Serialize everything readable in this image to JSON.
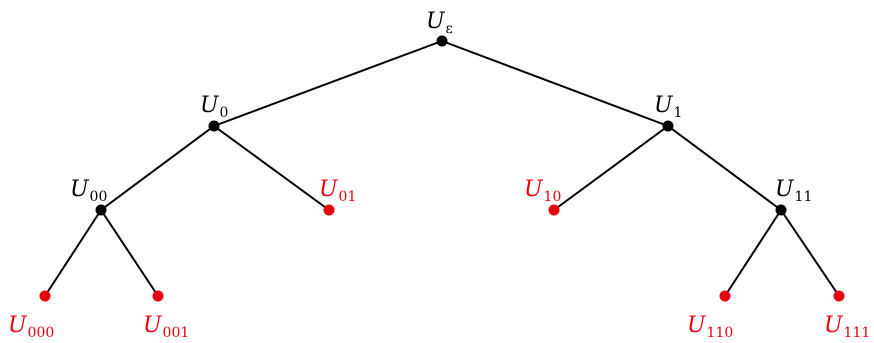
{
  "colors": {
    "internal": "#000000",
    "leaf": "#e8000b",
    "edge": "#000000"
  },
  "nodes": [
    {
      "id": "eps",
      "base": "U",
      "sub": "ε",
      "kind": "internal"
    },
    {
      "id": "0",
      "base": "U",
      "sub": "0",
      "kind": "internal"
    },
    {
      "id": "1",
      "base": "U",
      "sub": "1",
      "kind": "internal"
    },
    {
      "id": "00",
      "base": "U",
      "sub": "00",
      "kind": "internal"
    },
    {
      "id": "01",
      "base": "U",
      "sub": "01",
      "kind": "leaf"
    },
    {
      "id": "10",
      "base": "U",
      "sub": "10",
      "kind": "leaf"
    },
    {
      "id": "11",
      "base": "U",
      "sub": "11",
      "kind": "internal"
    },
    {
      "id": "000",
      "base": "U",
      "sub": "000",
      "kind": "leaf"
    },
    {
      "id": "001",
      "base": "U",
      "sub": "001",
      "kind": "leaf"
    },
    {
      "id": "110",
      "base": "U",
      "sub": "110",
      "kind": "leaf"
    },
    {
      "id": "111",
      "base": "U",
      "sub": "111",
      "kind": "leaf"
    }
  ],
  "edges": [
    [
      "eps",
      "0"
    ],
    [
      "eps",
      "1"
    ],
    [
      "0",
      "00"
    ],
    [
      "0",
      "01"
    ],
    [
      "1",
      "10"
    ],
    [
      "1",
      "11"
    ],
    [
      "00",
      "000"
    ],
    [
      "00",
      "001"
    ],
    [
      "11",
      "110"
    ],
    [
      "11",
      "111"
    ]
  ]
}
